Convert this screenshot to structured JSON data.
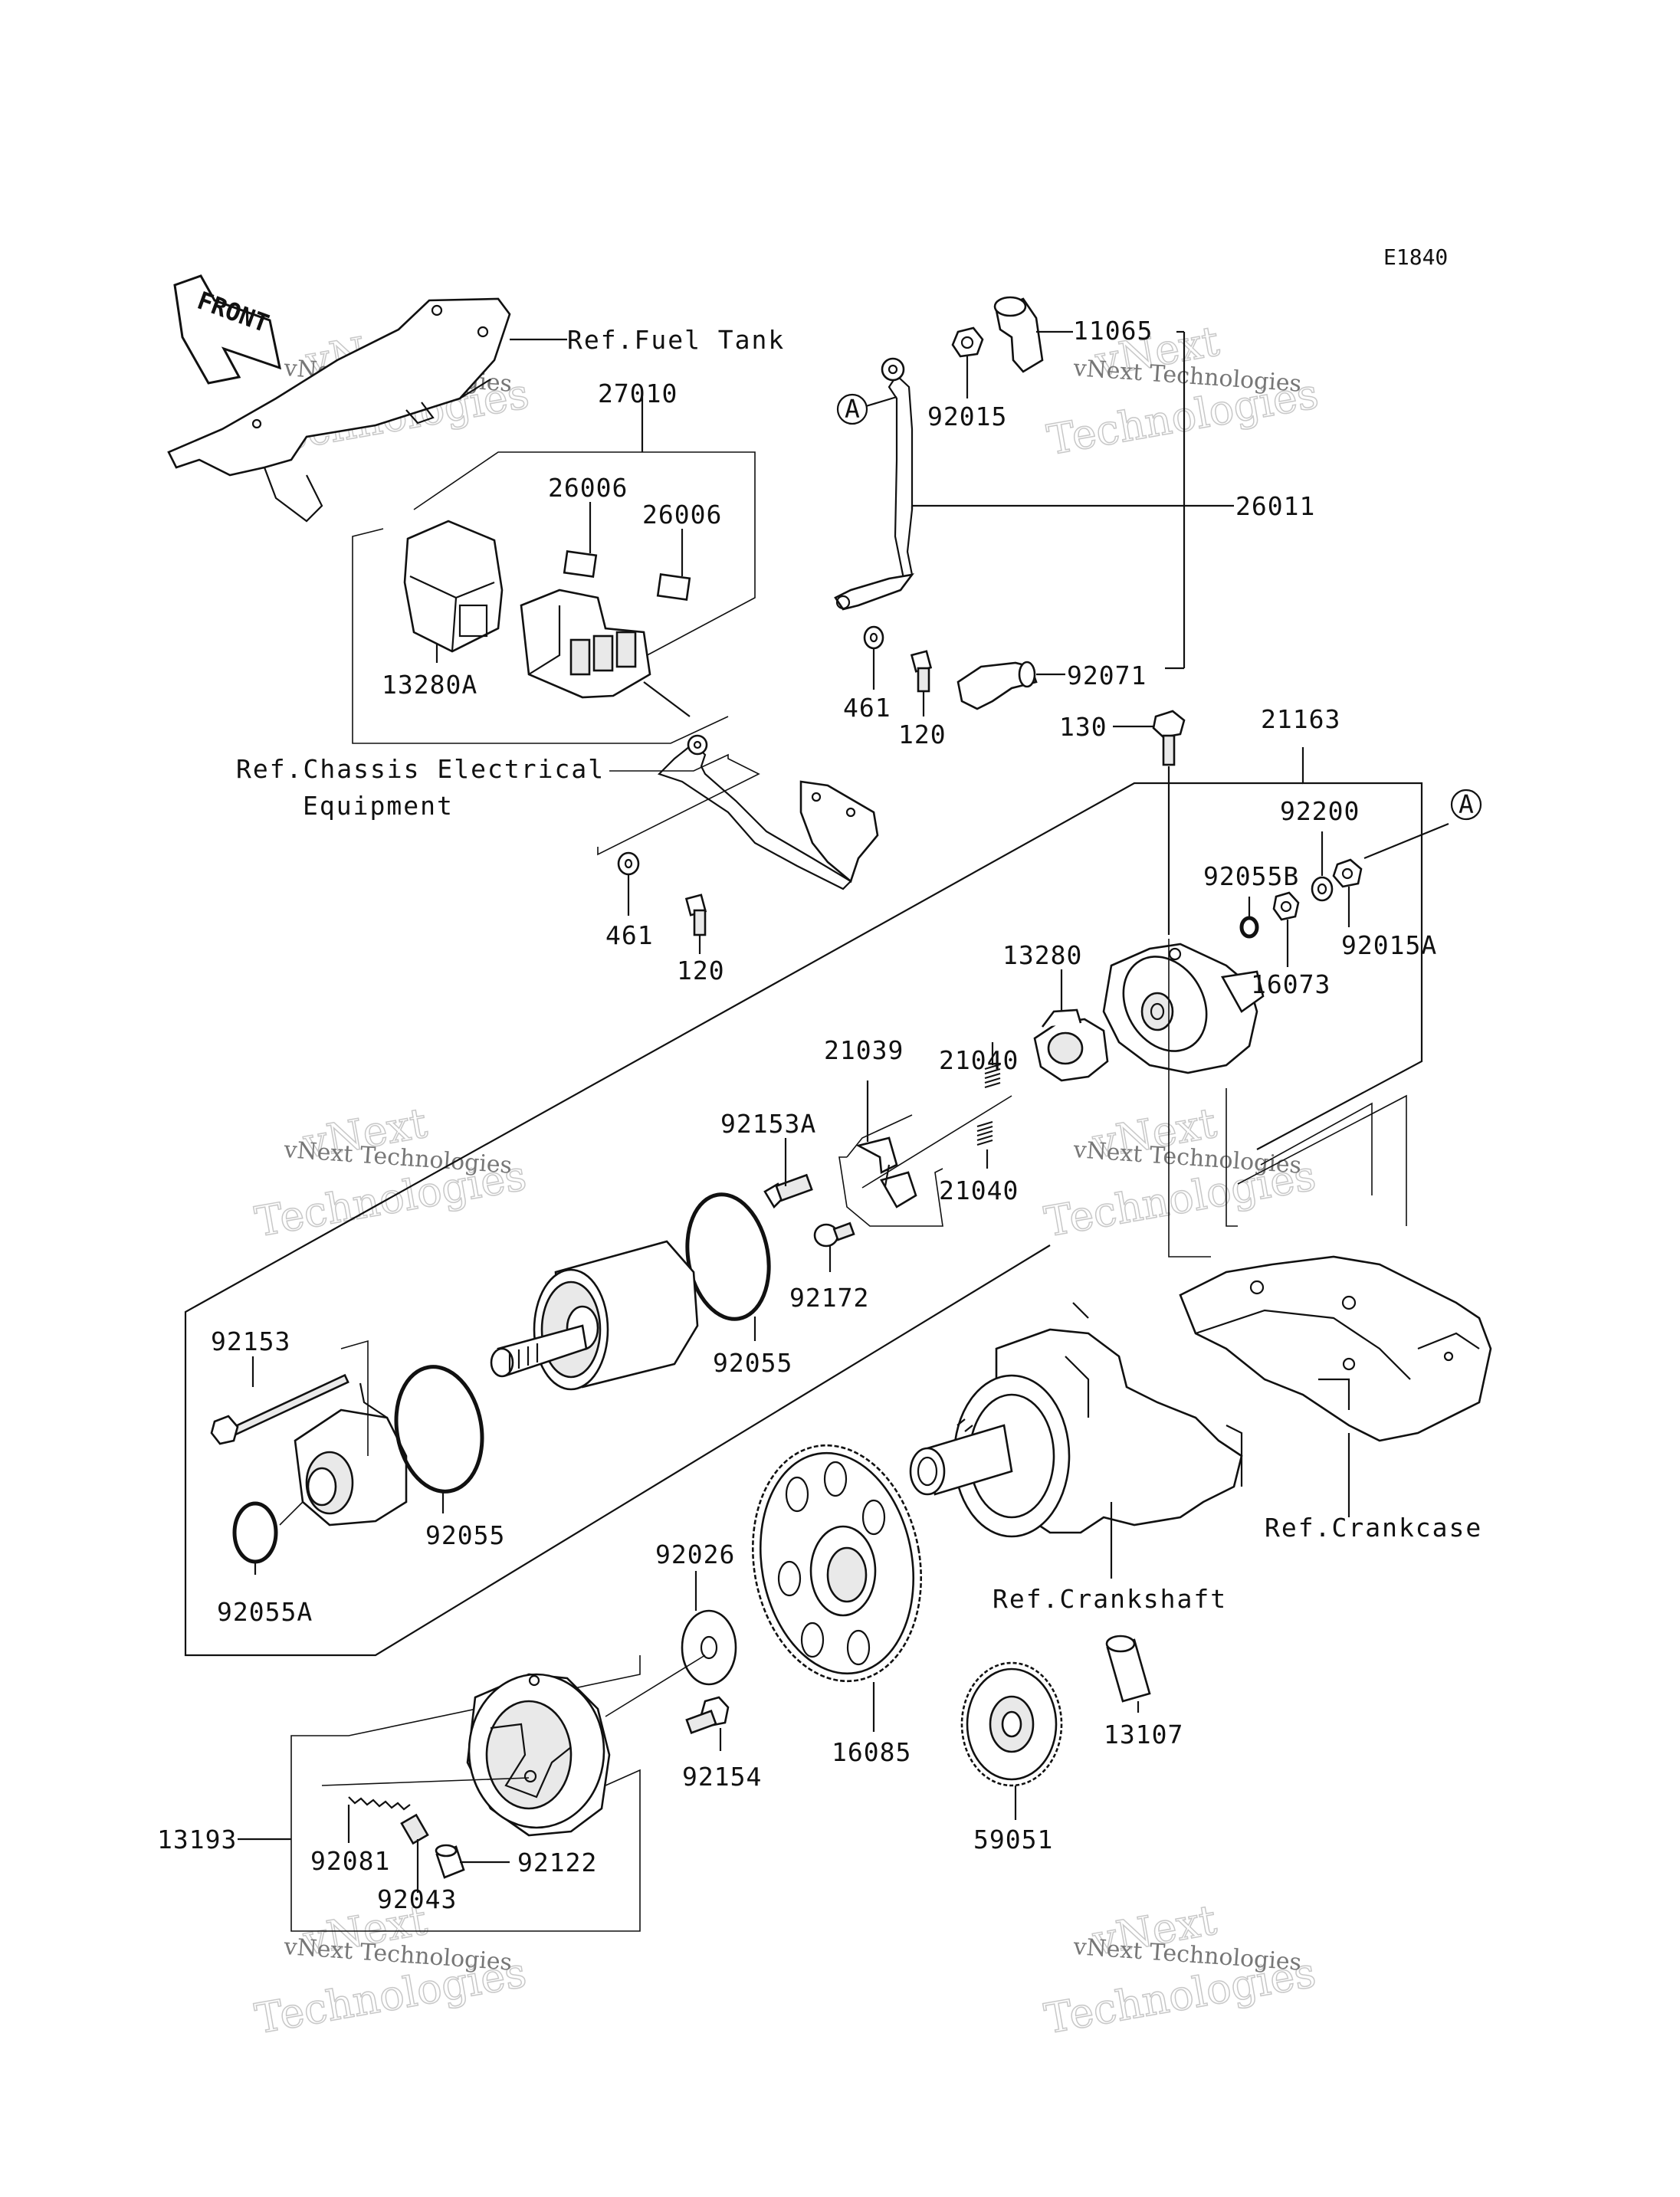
{
  "diagram": {
    "code": "E1840",
    "front_label": "FRONT",
    "callouts": {
      "c11065": "11065",
      "c92015": "92015",
      "c27010": "27010",
      "c26006a": "26006",
      "c26006b": "26006",
      "c26011": "26011",
      "c13280A": "13280A",
      "c461a": "461",
      "c120a": "120",
      "c92071": "92071",
      "c130": "130",
      "c21163": "21163",
      "c92200": "92200",
      "c92055B": "92055B",
      "c461b": "461",
      "c120b": "120",
      "c92015A": "92015A",
      "c16073": "16073",
      "c13280": "13280",
      "c21039": "21039",
      "c21040a": "21040",
      "c92153A": "92153A",
      "c21040b": "21040",
      "c92172": "92172",
      "c92153": "92153",
      "c92055a": "92055",
      "c92055b": "92055",
      "c92055A": "92055A",
      "c92026": "92026",
      "c16085": "16085",
      "c13107": "13107",
      "c92154": "92154",
      "c13193": "13193",
      "c92081": "92081",
      "c92043": "92043",
      "c92122": "92122",
      "c59051": "59051"
    },
    "refs": {
      "fuel_tank": "Ref.Fuel Tank",
      "chassis_1": "Ref.Chassis Electrical",
      "chassis_2": "Equipment",
      "crankcase": "Ref.Crankcase",
      "crankshaft": "Ref.Crankshaft"
    },
    "markers": {
      "a1": "A",
      "a2": "A"
    },
    "watermarks": {
      "top_left_small": "vNext Technologies",
      "top_left_big_1": "vNext",
      "top_left_big_2": "Technologies",
      "top_right_small": "vNext Technologies",
      "top_right_big_1": "vNext",
      "top_right_big_2": "Technologies",
      "mid_left_small": "vNext Technologies",
      "mid_left_big_1": "vNext",
      "mid_left_big_2": "Technologies",
      "mid_right_small": "vNext Technologies",
      "mid_right_big_1": "vNext",
      "mid_right_big_2": "Technologies",
      "bot_left_small": "vNext Technologies",
      "bot_left_big_1": "vNext",
      "bot_left_big_2": "Technologies",
      "bot_right_small": "vNext Technologies",
      "bot_right_big_1": "vNext",
      "bot_right_big_2": "Technologies"
    }
  }
}
